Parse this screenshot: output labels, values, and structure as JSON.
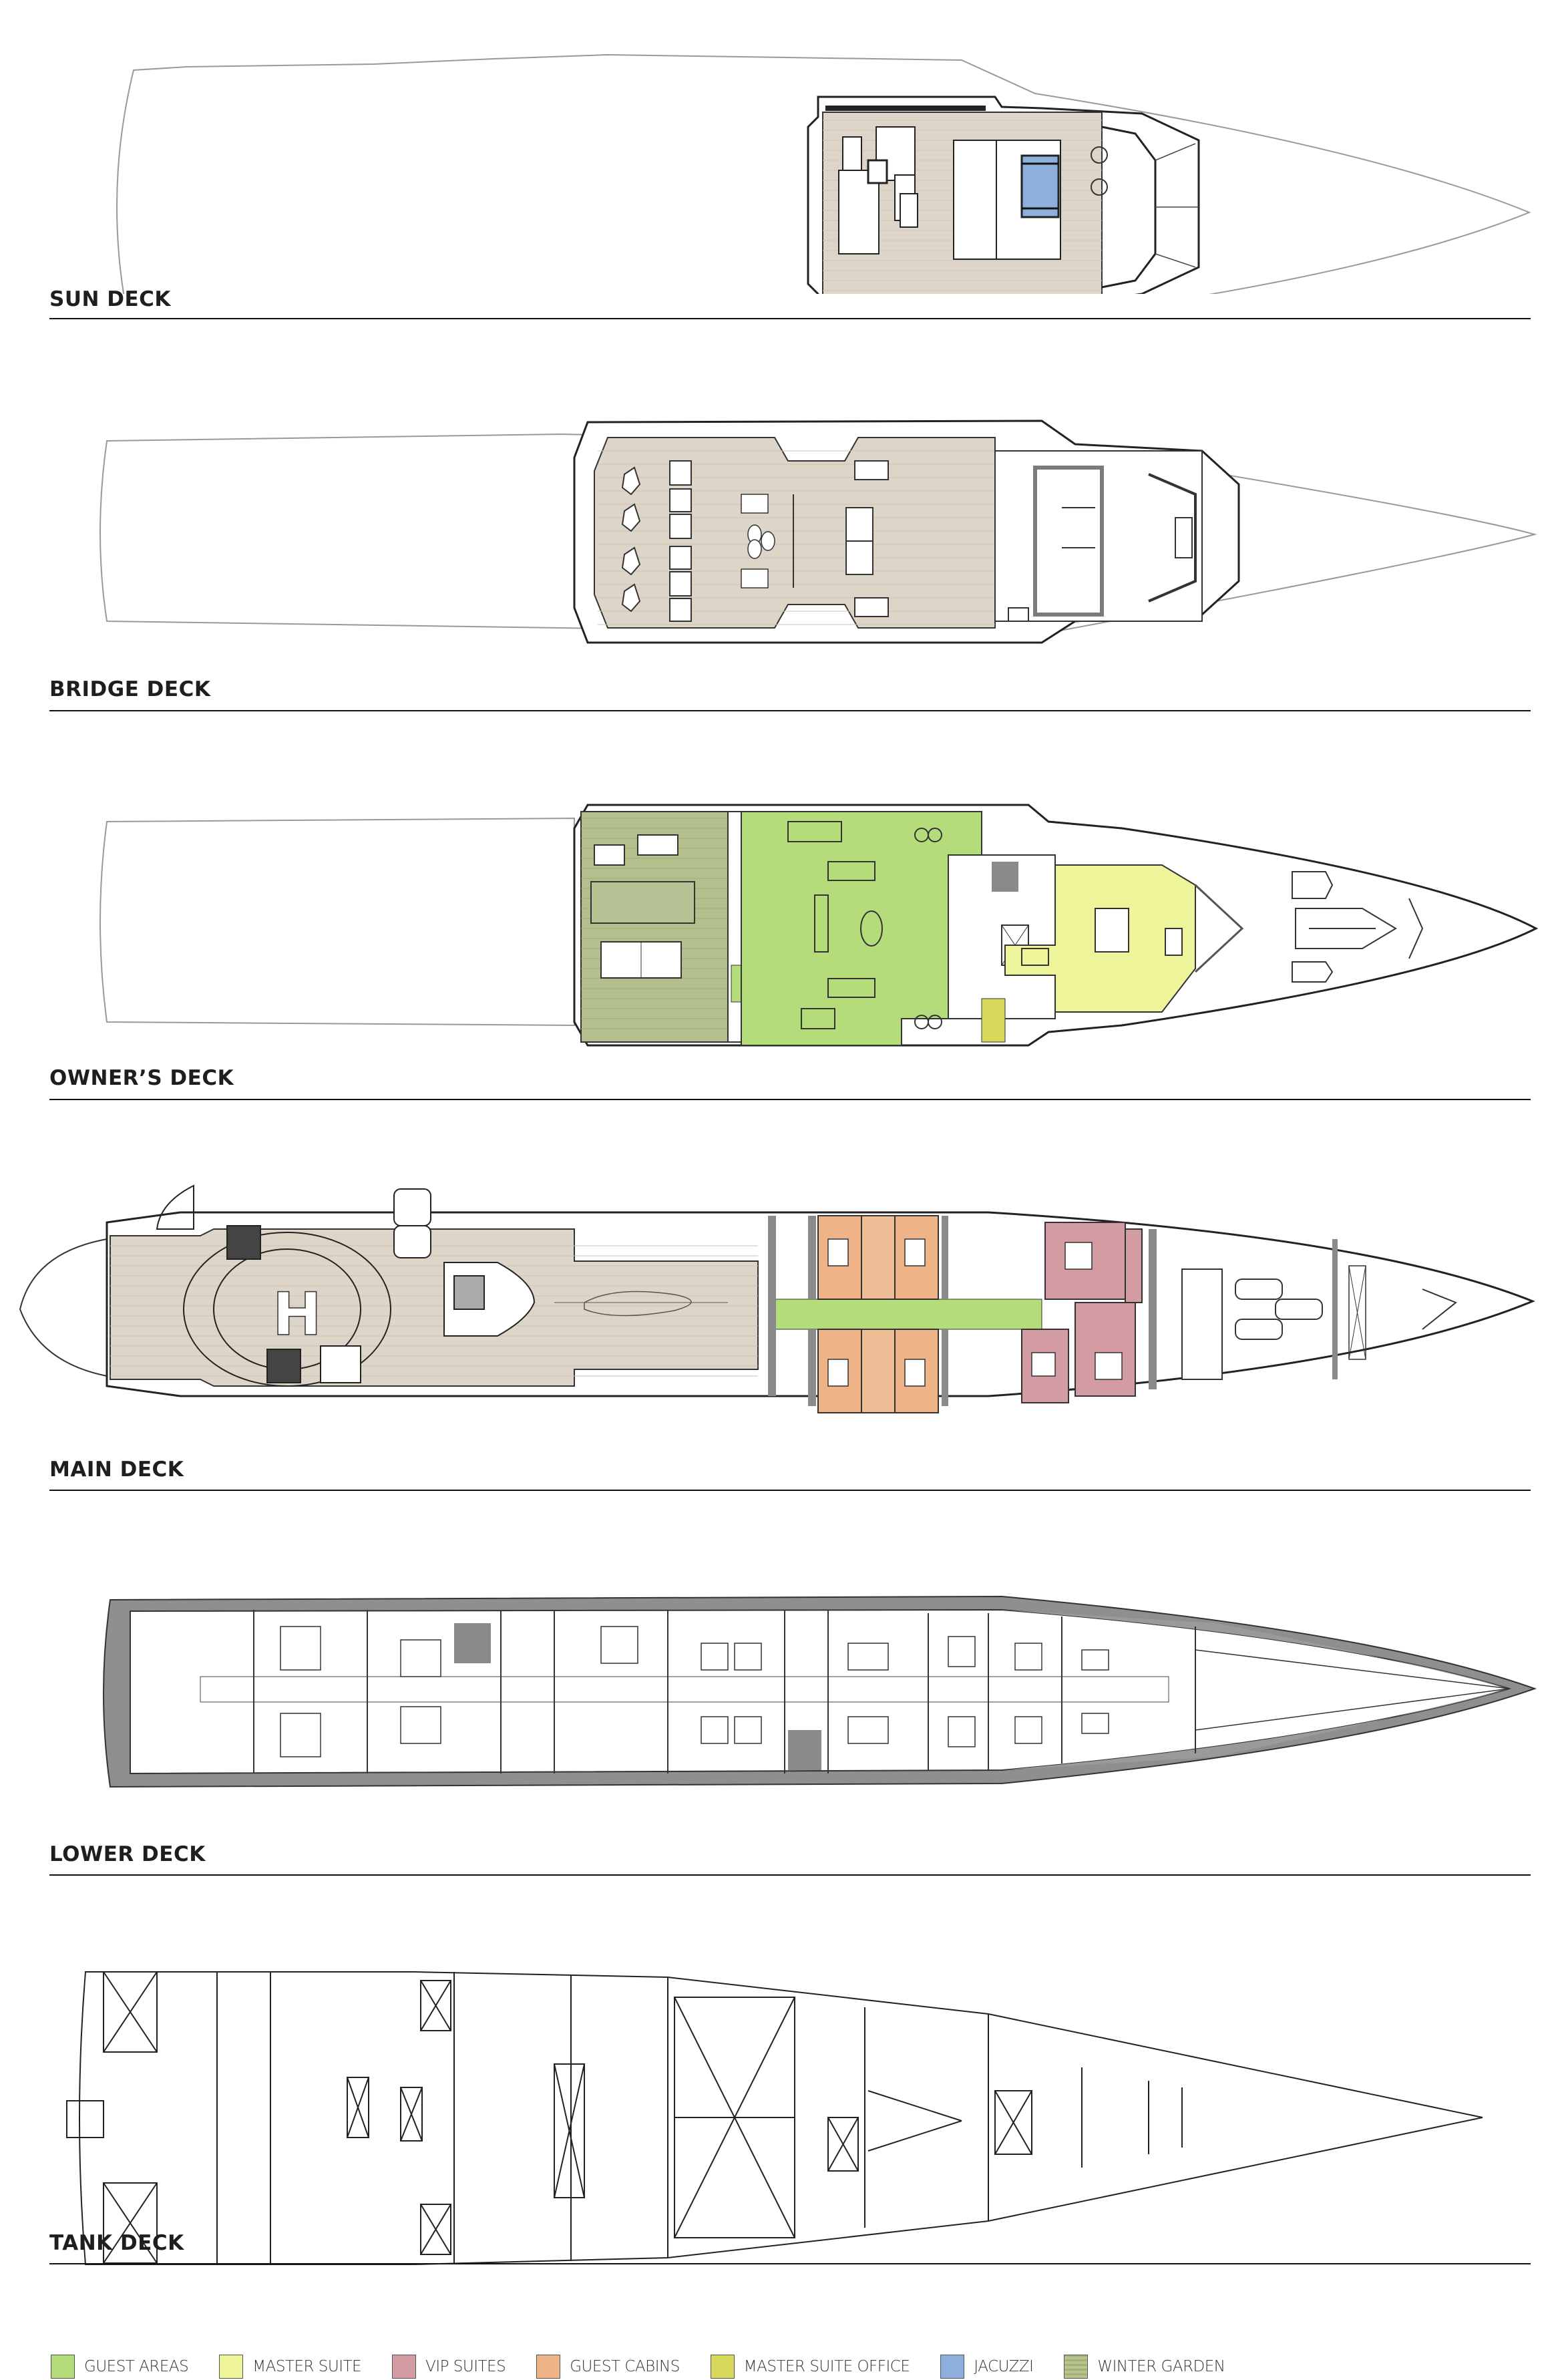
{
  "decks": [
    {
      "id": "sun",
      "label": "SUN DECK"
    },
    {
      "id": "bridge",
      "label": "BRIDGE DECK"
    },
    {
      "id": "owners",
      "label": "OWNER’S DECK"
    },
    {
      "id": "main",
      "label": "MAIN DECK"
    },
    {
      "id": "lower",
      "label": "LOWER DECK"
    },
    {
      "id": "tank",
      "label": "TANK DECK"
    }
  ],
  "legend": [
    {
      "label": "GUEST AREAS",
      "color": "#b5dc7a"
    },
    {
      "label": "MASTER SUITE",
      "color": "#eef49a"
    },
    {
      "label": "VIP SUITES",
      "color": "#d39ca3"
    },
    {
      "label": "GUEST CABINS",
      "color": "#eeb488"
    },
    {
      "label": "MASTER SUITE OFFICE",
      "color": "#d6d95c"
    },
    {
      "label": "JACUZZI",
      "color": "#8eaedc"
    },
    {
      "label": "WINTER GARDEN",
      "color": "#b3bf8c"
    }
  ],
  "colors": {
    "teak_deck": "#ddd6c8",
    "hull_line": "#888888",
    "wall_grey": "#8a8a8a",
    "rule": "#111111"
  },
  "markings": {
    "helipad_letter": "H"
  }
}
